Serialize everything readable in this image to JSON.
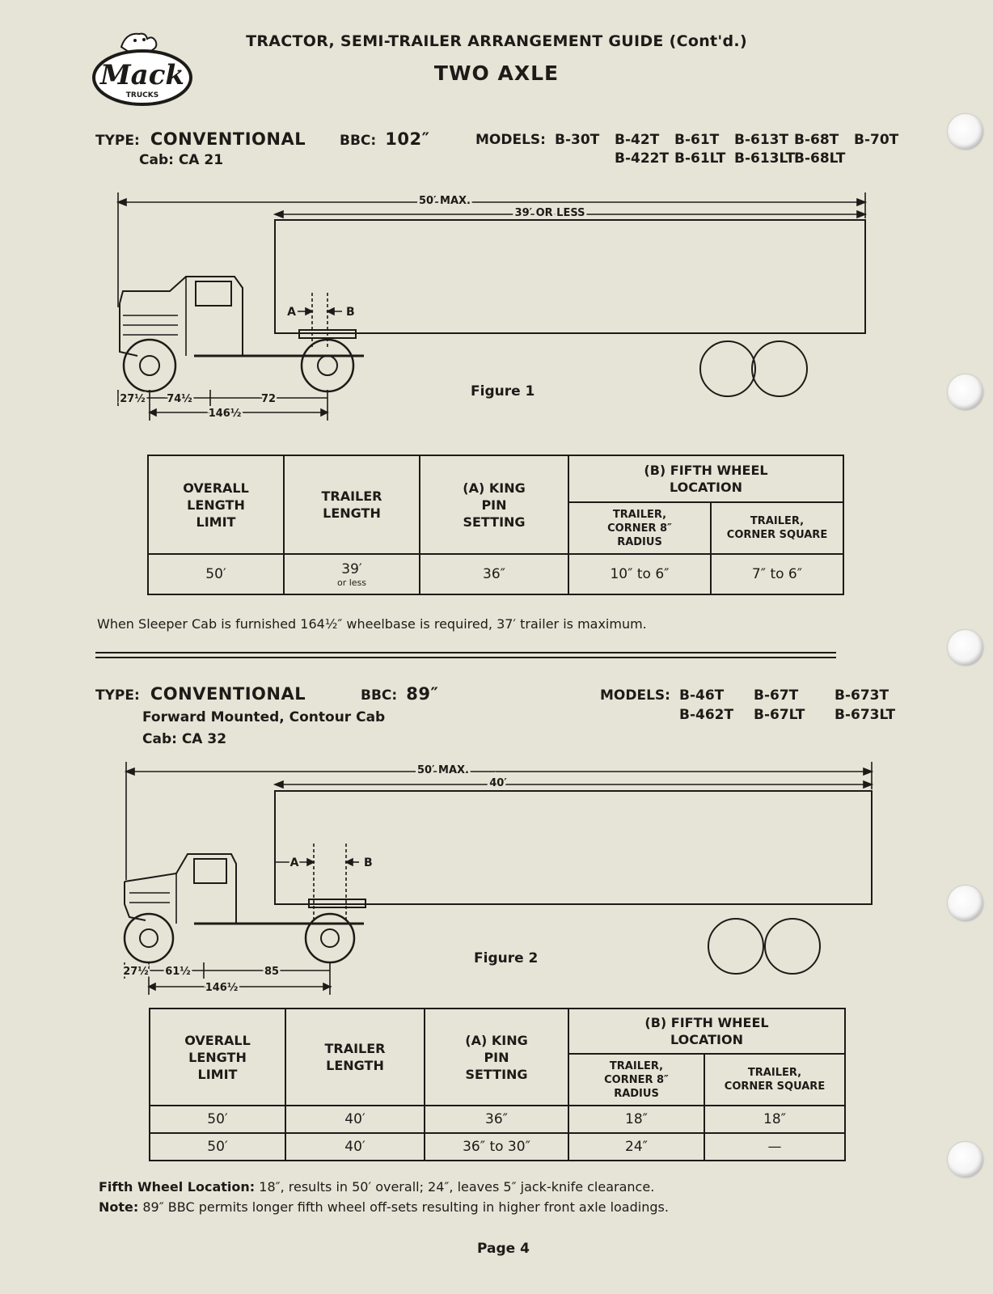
{
  "header": {
    "logo_text": "Mack",
    "logo_sub": "TRUCKS",
    "title": "TRACTOR, SEMI-TRAILER ARRANGEMENT GUIDE (Cont'd.)",
    "subtitle": "TWO AXLE"
  },
  "section1": {
    "type_label": "TYPE:",
    "type_value": "CONVENTIONAL",
    "cab": "Cab: CA 21",
    "bbc_label": "BBC:",
    "bbc_value": "102″",
    "models_label": "MODELS:",
    "models_row1": [
      "B-30T",
      "B-42T",
      "B-61T",
      "B-613T",
      "B-68T",
      "B-70T"
    ],
    "models_row2": [
      "B-422T",
      "B-61LT",
      "B-613LT",
      "B-68LT"
    ],
    "diagram": {
      "overall": "50′ MAX.",
      "trailer": "39′ OR LESS",
      "dim_a": "A",
      "dim_b": "B",
      "d1": "27½",
      "d2": "74½",
      "d3": "72",
      "d4": "146½"
    },
    "figure": "Figure 1",
    "table": {
      "h_overall": "OVERALL LENGTH LIMIT",
      "h_trailer": "TRAILER LENGTH",
      "h_king": "(A) KING PIN SETTING",
      "h_fifth": "(B) FIFTH WHEEL LOCATION",
      "h_corner_radius": "TRAILER, CORNER 8″ RADIUS",
      "h_corner_square": "TRAILER, CORNER SQUARE",
      "row": {
        "overall": "50′",
        "trailer": "39′",
        "trailer_note": "or less",
        "king": "36″",
        "radius": "10″ to 6″",
        "square": "7″ to 6″"
      }
    },
    "note": "When Sleeper Cab is furnished 164½″ wheelbase is required, 37′ trailer is maximum."
  },
  "section2": {
    "type_label": "TYPE:",
    "type_value": "CONVENTIONAL",
    "sub1": "Forward Mounted, Contour Cab",
    "cab": "Cab: CA 32",
    "bbc_label": "BBC:",
    "bbc_value": "89″",
    "models_label": "MODELS:",
    "models_row1": [
      "B-46T",
      "B-67T",
      "B-673T"
    ],
    "models_row2": [
      "B-462T",
      "B-67LT",
      "B-673LT"
    ],
    "diagram": {
      "overall": "50′ MAX.",
      "trailer": "40′",
      "dim_a": "A",
      "dim_b": "B",
      "d1": "27½",
      "d2": "61½",
      "d3": "85",
      "d4": "146½"
    },
    "figure": "Figure 2",
    "table": {
      "h_overall": "OVERALL LENGTH LIMIT",
      "h_trailer": "TRAILER LENGTH",
      "h_king": "(A) KING PIN SETTING",
      "h_fifth": "(B) FIFTH WHEEL LOCATION",
      "h_corner_radius": "TRAILER, CORNER 8″ RADIUS",
      "h_corner_square": "TRAILER, CORNER SQUARE",
      "rows": [
        {
          "overall": "50′",
          "trailer": "40′",
          "king": "36″",
          "radius": "18″",
          "square": "18″"
        },
        {
          "overall": "50′",
          "trailer": "40′",
          "king": "36″ to 30″",
          "radius": "24″",
          "square": "—"
        }
      ]
    },
    "note1_label": "Fifth Wheel Location:",
    "note1_text": " 18″, results in 50′ overall; 24″, leaves 5″ jack-knife clearance.",
    "note2_label": "Note:",
    "note2_text": " 89″ BBC permits longer fifth wheel off-sets resulting in higher front axle loadings."
  },
  "footer": {
    "page": "Page 4"
  }
}
